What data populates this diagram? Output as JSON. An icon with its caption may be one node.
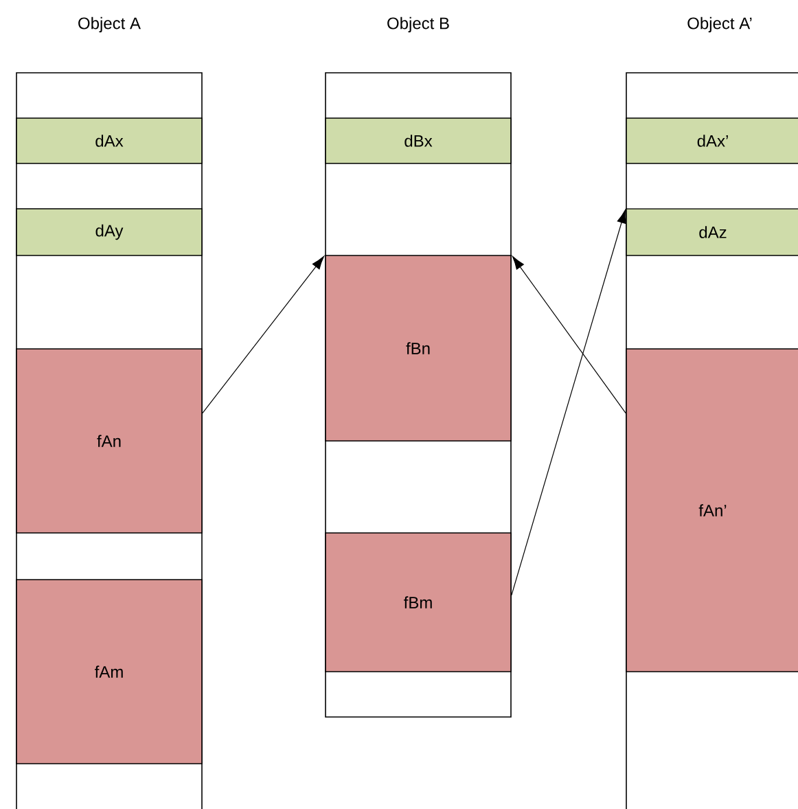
{
  "diagram": {
    "nodes": [
      {
        "text": [
          "Object A"
        ]
      },
      {
        "text": [
          "dAx"
        ],
        "in": 0
      },
      {
        "text": [
          "dAy"
        ],
        "in": 0
      },
      {
        "text": [
          "fAn"
        ],
        "in": 0
      },
      {
        "text": [
          "fAm"
        ],
        "in": 0
      },
      {
        "text": [
          "Object B"
        ]
      },
      {
        "text": [
          "dBx"
        ],
        "in": 5
      },
      {
        "text": [
          "fBn"
        ],
        "in": 5
      },
      {
        "text": [
          "fBm"
        ],
        "in": 5
      },
      {
        "text": [
          "Object A’"
        ]
      },
      {
        "text": [
          "dAx’"
        ],
        "in": 9
      },
      {
        "text": [
          "dAz"
        ],
        "in": 9
      },
      {
        "text": [
          "fAn’"
        ],
        "in": 9
      }
    ],
    "edges": [
      {
        "from": 3,
        "to": 7,
        "arrow": "to"
      },
      {
        "from": 12,
        "to": 7,
        "arrow": "to"
      },
      {
        "from": 8,
        "to": 11,
        "arrow": "to"
      }
    ]
  }
}
